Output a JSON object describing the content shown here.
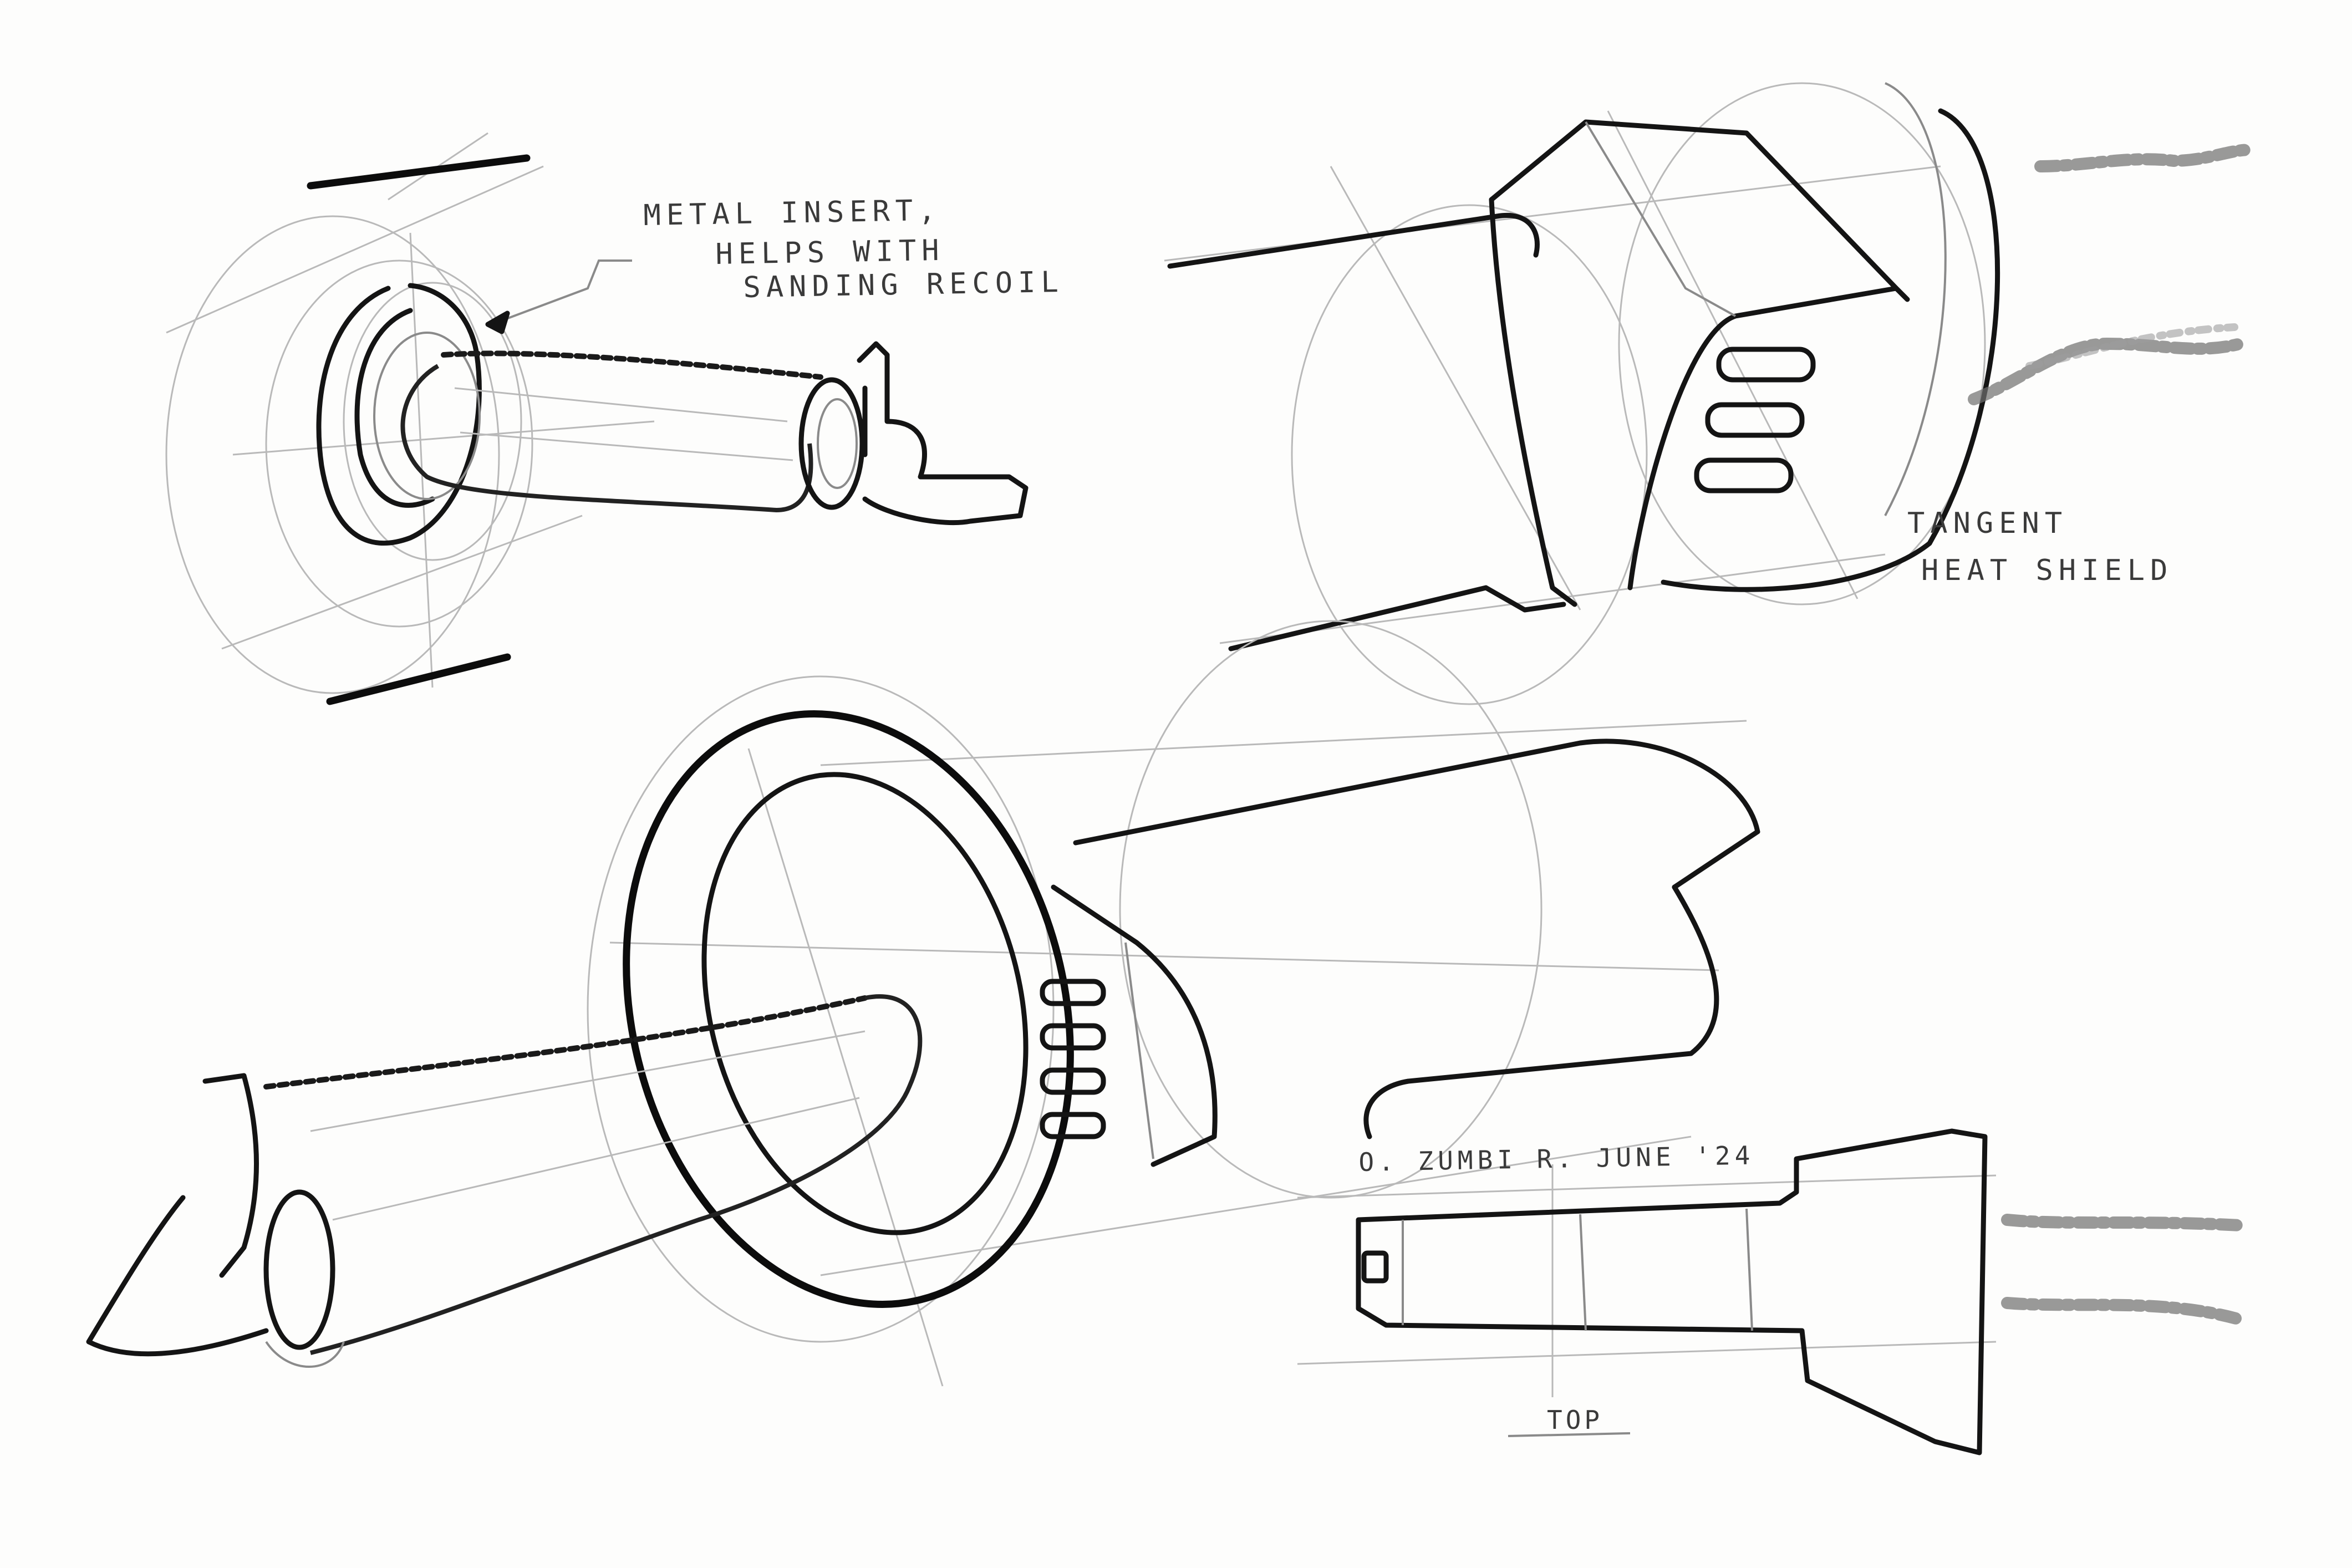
{
  "annotations": {
    "metal_insert": [
      "METAL INSERT,",
      "HELPS WITH",
      "SANDING RECOIL"
    ],
    "heat_shield": [
      "TANGENT",
      "HEAT SHIELD"
    ],
    "signature": "O. ZUMBI R. JUNE '24",
    "top_view_label": "TOP"
  },
  "colors": {
    "paper": "#fdfdfc",
    "ink": "#141414",
    "construction_line": "#b9b9b9",
    "smoke": "#6e6e6e"
  }
}
